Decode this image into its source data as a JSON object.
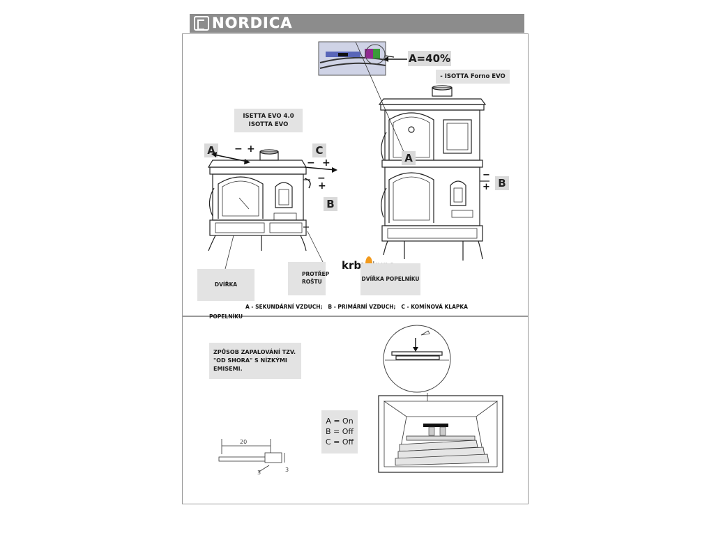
{
  "brand": {
    "logo_text": "NORDICA"
  },
  "top_section": {
    "percent_label": "A=40%",
    "model_right": "- ISOTTA Forno EVO",
    "model_left_line1": "ISETTA EVO 4.0",
    "model_left_line2": "ISOTTA EVO",
    "letters": {
      "a": "A",
      "b": "B",
      "c": "C"
    },
    "signs": {
      "minus": "−",
      "plus": "+"
    },
    "ash_door_left": "DVÍŘKA POPELNÍKU",
    "grate_shaker_line1": "PROTŘEP",
    "grate_shaker_line2": "ROŠTU",
    "ash_door_right": "DVÍŘKA POPELNÍKU",
    "watermark_word1": "krby",
    "watermark_word2": "kunc",
    "legend": "A - SEKUNDÁRNÍ VZDUCH;   B - PRIMÁRNÍ VZDUCH;   C - KOMÍNOVÁ KLAPKA"
  },
  "bottom_section": {
    "ignition_title": "ZPŮSOB ZAPALOVÁNÍ TZV. \"OD SHORA\" S NÍZKÝMI EMISEMI.",
    "dimension_width": "20",
    "dimension_small_a": "3",
    "dimension_small_b": "3",
    "settings": [
      "A = On",
      "B = Off",
      "C = Off"
    ]
  }
}
